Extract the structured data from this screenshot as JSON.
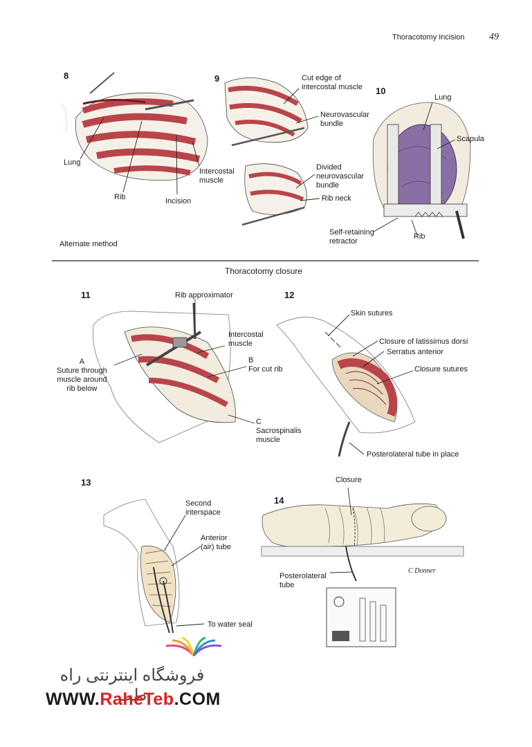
{
  "header": {
    "running_title": "Thoracotomy Incision",
    "page_number": "49"
  },
  "figures": {
    "f8": {
      "number": "8",
      "labels": {
        "lung": "Lung",
        "rib": "Rib",
        "incision": "Incision",
        "intercostal": "Intercostal\nmuscle"
      }
    },
    "f9": {
      "number": "9",
      "labels": {
        "cut_edge": "Cut edge of\nintercostal muscle",
        "nv_bundle": "Neurovascular\nbundle",
        "divided": "Divided\nneurovascular\nbundle",
        "rib_neck": "Rib neck"
      }
    },
    "f10": {
      "number": "10",
      "labels": {
        "lung": "Lung",
        "scapula": "Scapula",
        "retractor": "Self-retaining\nretractor",
        "rib": "Rib"
      }
    },
    "alternate_method": "Alternate method",
    "section_title": "Thoracotomy closure",
    "f11": {
      "number": "11",
      "labels": {
        "approx": "Rib approximator",
        "intercostal": "Intercostal\nmuscle",
        "a": "A\nSuture through\nmuscle around\nrib below",
        "b": "B\nFor cut rib",
        "c": "C\nSacrospinalis\nmuscle"
      }
    },
    "f12": {
      "number": "12",
      "labels": {
        "skin": "Skin sutures",
        "latissimus": "Closure of latissimus dorsi",
        "serratus": "Serratus anterior",
        "closure": "Closure sutures",
        "tube": "Posterolateral tube in place"
      }
    },
    "f13": {
      "number": "13",
      "labels": {
        "second": "Second\ninterspace",
        "anterior": "Anterior\n(air) tube",
        "water": "To water seal"
      }
    },
    "f14": {
      "number": "14",
      "labels": {
        "closure": "Closure",
        "tube": "Posterolateral\ntube",
        "signature": "C Donner"
      }
    }
  },
  "watermark": {
    "persian": "فروشگاه اینترنتی راه طب",
    "url_prefix": "WWW.",
    "url_brand": "RaheTeb",
    "url_suffix": ".COM"
  },
  "colors": {
    "muscle": "#b8454a",
    "rib": "#f1ede4",
    "lung": "#8a6fa5",
    "skin": "#f2e2c4",
    "brand_red": "#e01e1e"
  }
}
